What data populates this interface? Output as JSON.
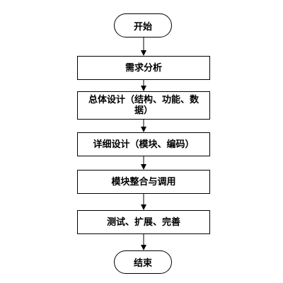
{
  "flowchart": {
    "start": "开始",
    "steps": [
      "需求分析",
      "总体设计（结构、功能、数据）",
      "详细设计（模块、编码）",
      "模块整合与调用",
      "测试、扩展、完善"
    ],
    "end": "结束"
  }
}
